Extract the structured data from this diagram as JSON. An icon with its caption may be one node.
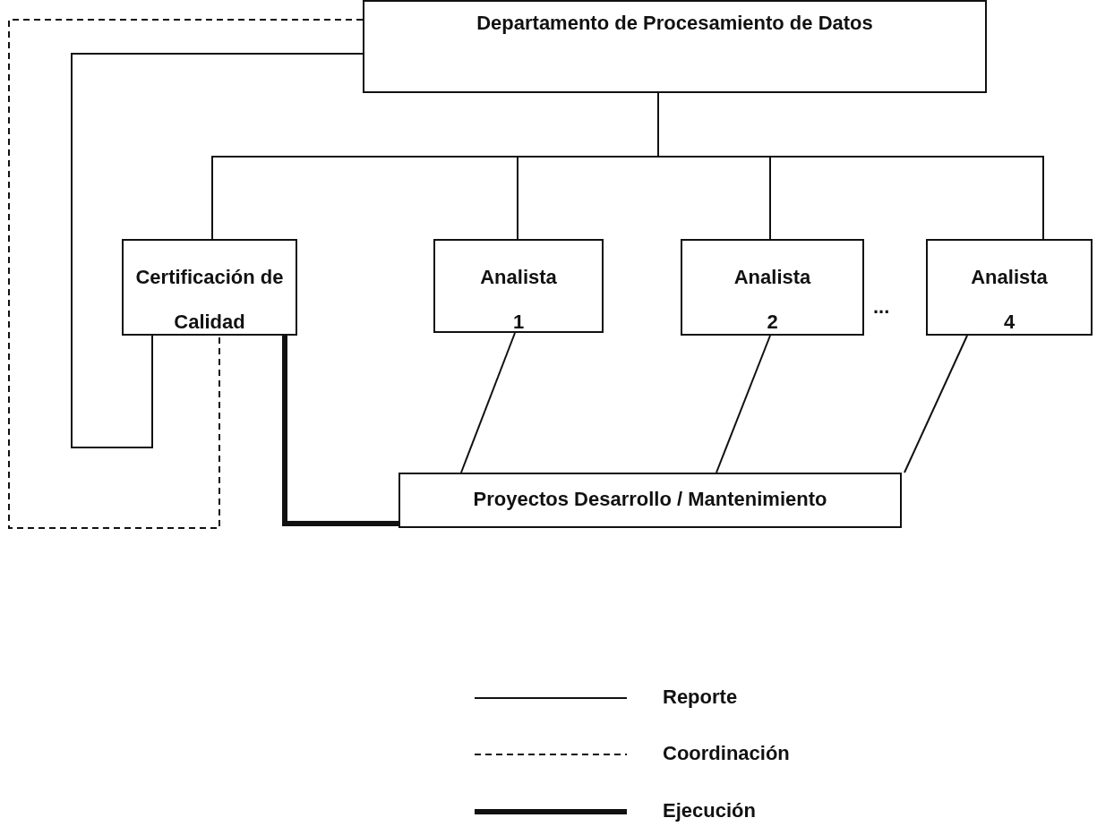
{
  "diagram": {
    "nodes": [
      {
        "text": [
          "Departamento de Procesamiento de Datos"
        ]
      },
      {
        "text": [
          "Certificación de Calidad"
        ]
      },
      {
        "text": [
          "Analista 1"
        ]
      },
      {
        "text": [
          "Analista 2"
        ]
      },
      {
        "text": [
          "Analista 4"
        ]
      },
      {
        "text": [
          "Proyectos Desarrollo / Mantenimiento"
        ]
      }
    ],
    "edges": [
      {
        "from": 0,
        "to": 1,
        "arrow": "none"
      },
      {
        "from": 0,
        "to": 2,
        "arrow": "none"
      },
      {
        "from": 0,
        "to": 3,
        "arrow": "none"
      },
      {
        "from": 0,
        "to": 4,
        "arrow": "none"
      },
      {
        "from": 1,
        "to": 0,
        "arrow": "none"
      },
      {
        "from": 0,
        "to": 1,
        "arrow": "none",
        "style": "dashed"
      },
      {
        "from": 1,
        "to": 5,
        "arrow": "none",
        "style": "thick"
      },
      {
        "from": 2,
        "to": 5,
        "arrow": "none"
      },
      {
        "from": 3,
        "to": 5,
        "arrow": "none"
      },
      {
        "from": 4,
        "to": 5,
        "arrow": "none"
      }
    ],
    "labels": [
      "..."
    ],
    "legend": [
      {
        "text": "Reporte"
      },
      {
        "text": "Coordinación"
      },
      {
        "text": "Ejecución"
      }
    ]
  }
}
